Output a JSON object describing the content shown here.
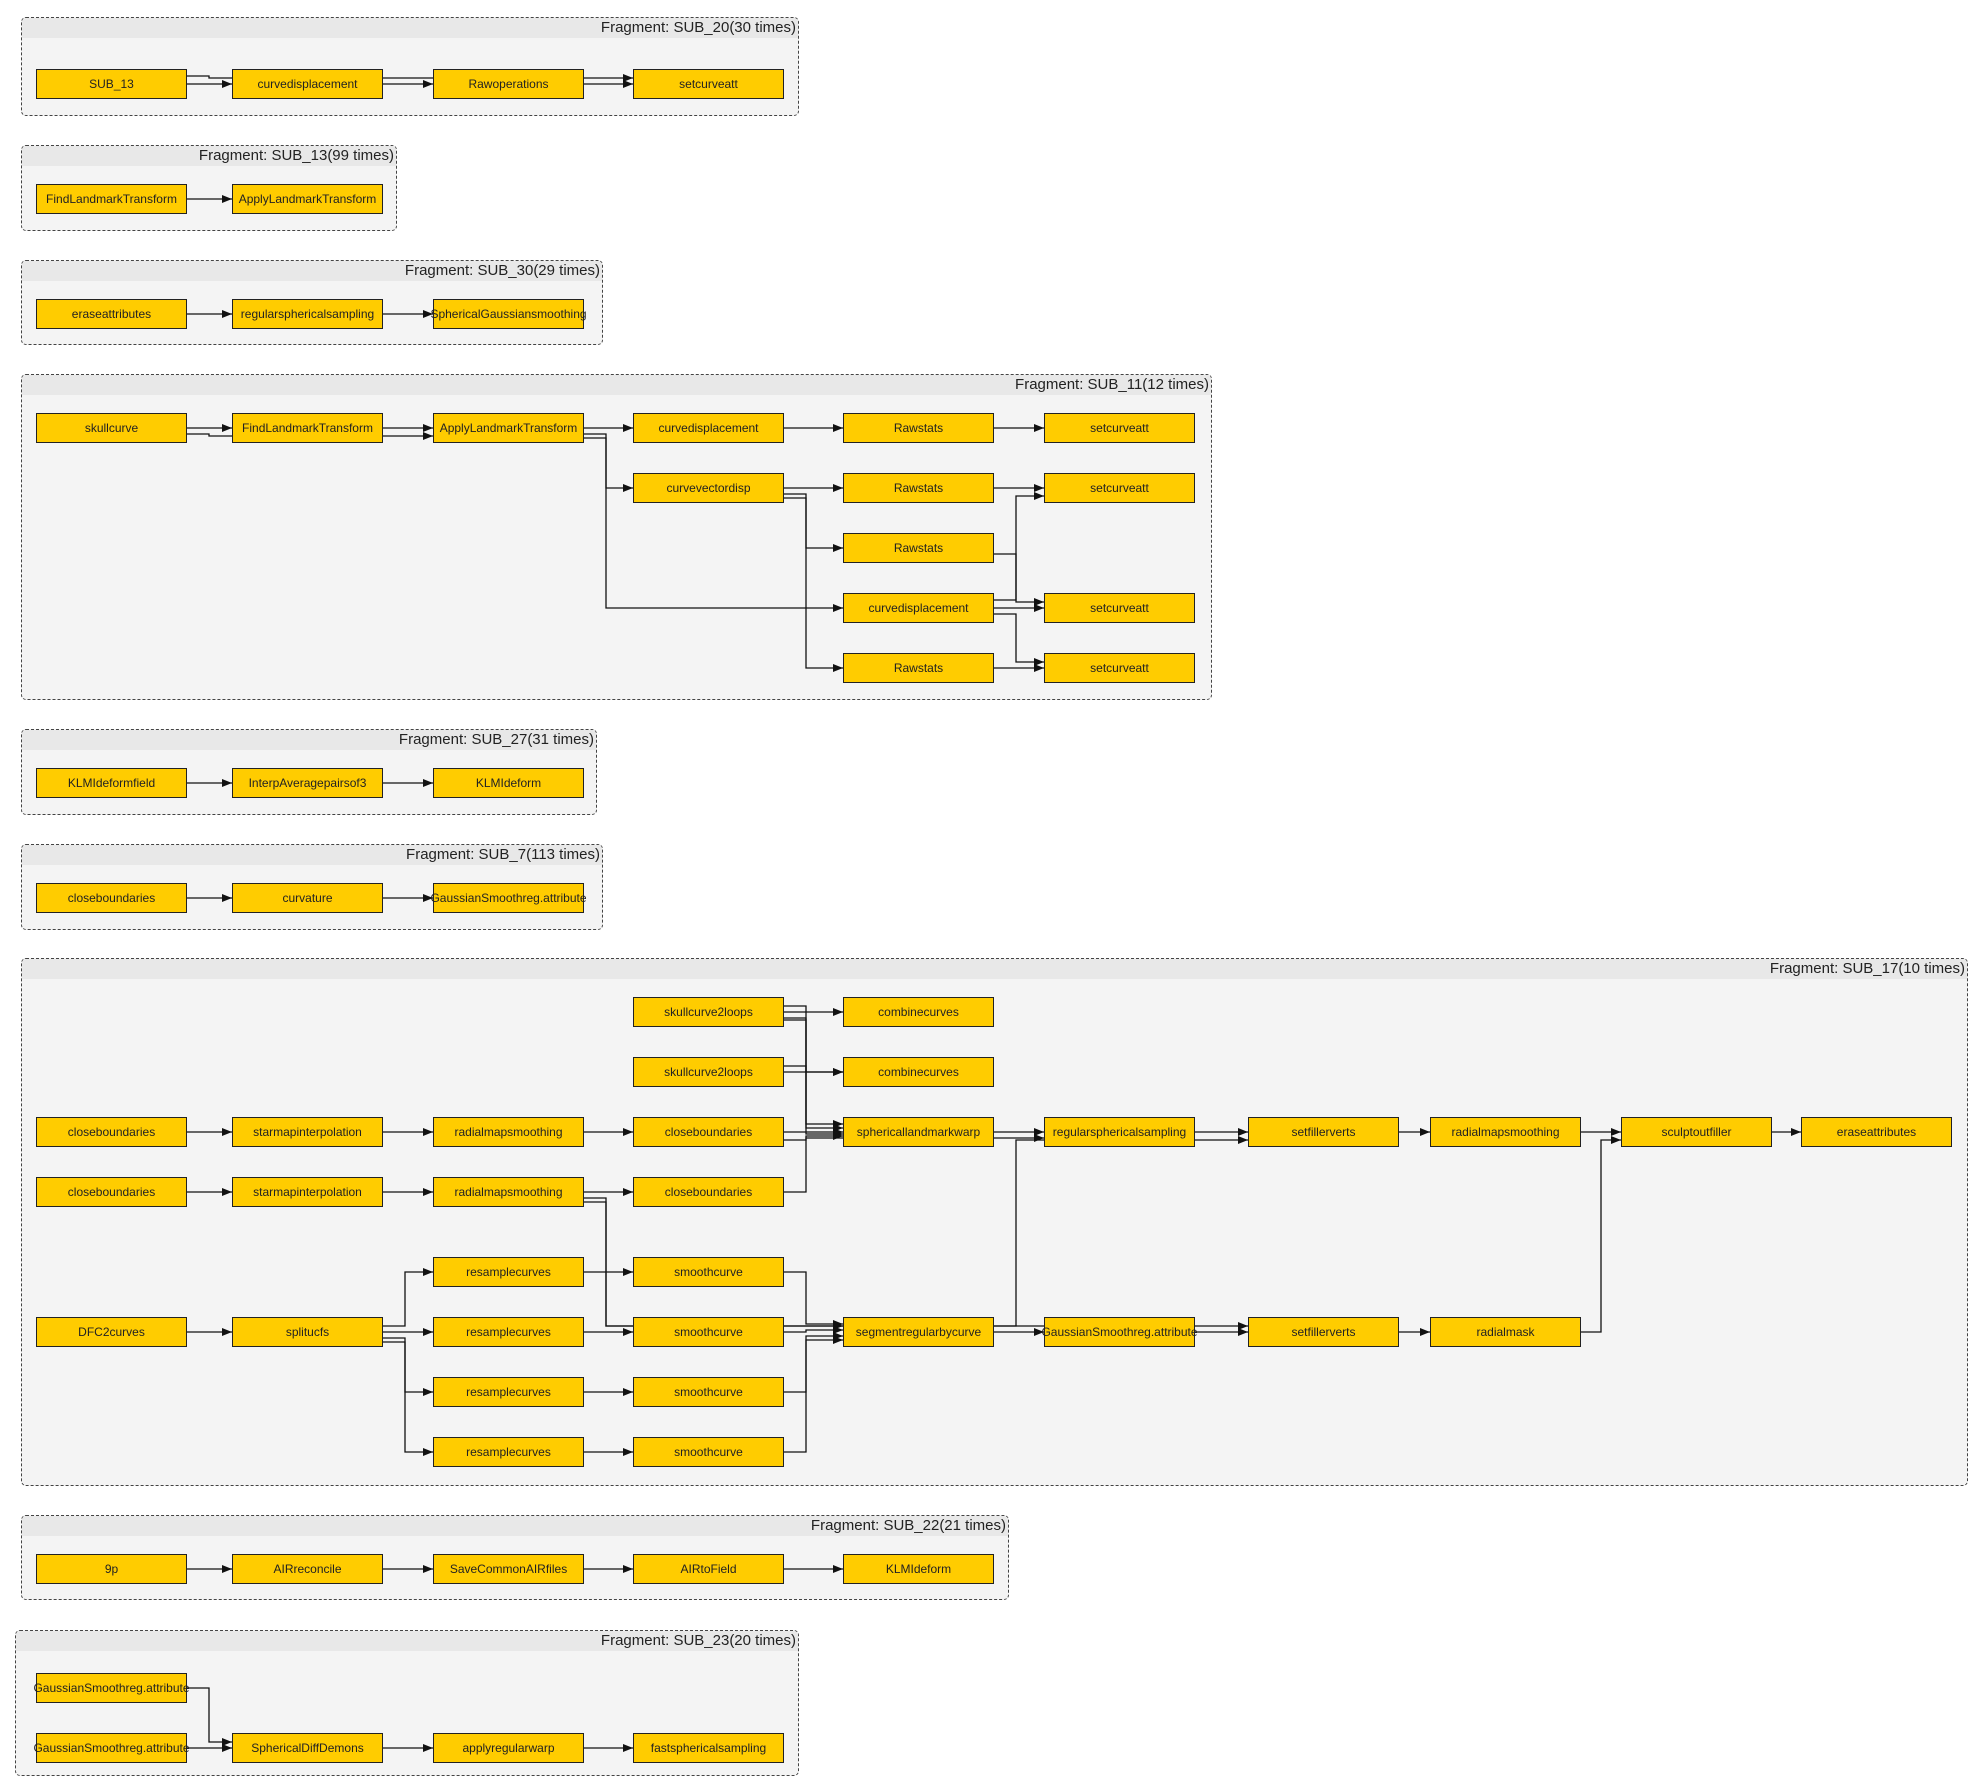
{
  "fragments": [
    {
      "title": "Fragment: SUB_20(30 times)",
      "nodes": [
        "SUB_13",
        "curvedisplacement",
        "Rawoperations",
        "setcurveatt"
      ]
    },
    {
      "title": "Fragment: SUB_13(99 times)",
      "nodes": [
        "FindLandmarkTransform",
        "ApplyLandmarkTransform"
      ]
    },
    {
      "title": "Fragment: SUB_30(29 times)",
      "nodes": [
        "eraseattributes",
        "regularsphericalsampling",
        "SphericalGaussiansmoothing"
      ]
    },
    {
      "title": "Fragment: SUB_11(12 times)",
      "nodes": [
        "skullcurve",
        "FindLandmarkTransform",
        "ApplyLandmarkTransform",
        "curvedisplacement",
        "Rawstats",
        "setcurveatt",
        "curvevectordisp",
        "Rawstats",
        "setcurveatt",
        "Rawstats",
        "curvedisplacement",
        "setcurveatt",
        "Rawstats",
        "setcurveatt"
      ]
    },
    {
      "title": "Fragment: SUB_27(31 times)",
      "nodes": [
        "KLMIdeformfield",
        "InterpAveragepairsof3",
        "KLMIdeform"
      ]
    },
    {
      "title": "Fragment: SUB_7(113 times)",
      "nodes": [
        "closeboundaries",
        "curvature",
        "GaussianSmoothreg.attribute"
      ]
    },
    {
      "title": "Fragment: SUB_17(10 times)",
      "nodes": [
        "skullcurve2loops",
        "combinecurves",
        "skullcurve2loops",
        "combinecurves",
        "closeboundaries",
        "starmapinterpolation",
        "radialmapsmoothing",
        "closeboundaries",
        "sphericallandmarkwarp",
        "regularsphericalsampling",
        "setfillerverts",
        "radialmapsmoothing",
        "sculptoutfiller",
        "eraseattributes",
        "closeboundaries",
        "starmapinterpolation",
        "radialmapsmoothing",
        "closeboundaries",
        "resamplecurves",
        "smoothcurve",
        "DFC2curves",
        "splitucfs",
        "resamplecurves",
        "smoothcurve",
        "segmentregularbycurve",
        "GaussianSmoothreg.attribute",
        "setfillerverts",
        "radialmask",
        "resamplecurves",
        "smoothcurve",
        "resamplecurves",
        "smoothcurve"
      ]
    },
    {
      "title": "Fragment: SUB_22(21 times)",
      "nodes": [
        "9p",
        "AIRreconcile",
        "SaveCommonAIRfiles",
        "AIRtoField",
        "KLMIdeform"
      ]
    },
    {
      "title": "Fragment: SUB_23(20 times)",
      "nodes": [
        "GaussianSmoothreg.attribute",
        "GaussianSmoothreg.attribute",
        "SphericalDiffDemons",
        "applyregularwarp",
        "fastsphericalsampling"
      ]
    }
  ]
}
